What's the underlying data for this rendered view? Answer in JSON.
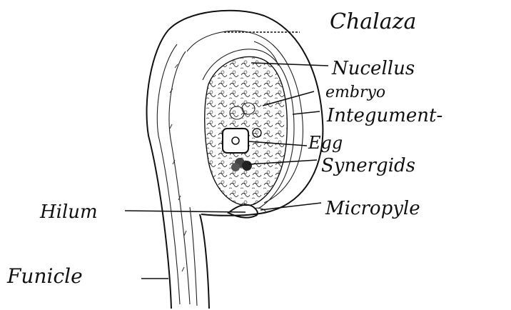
{
  "diagram": {
    "labels": {
      "chalaza": "Chalaza",
      "nucellus": "Nucellus",
      "embryo": "embryo",
      "integument": "Integument-",
      "egg": "Egg",
      "synergids": "Synergids",
      "micropyle": "Micropyle",
      "hilum": "Hilum",
      "funicle": "Funicle"
    }
  }
}
